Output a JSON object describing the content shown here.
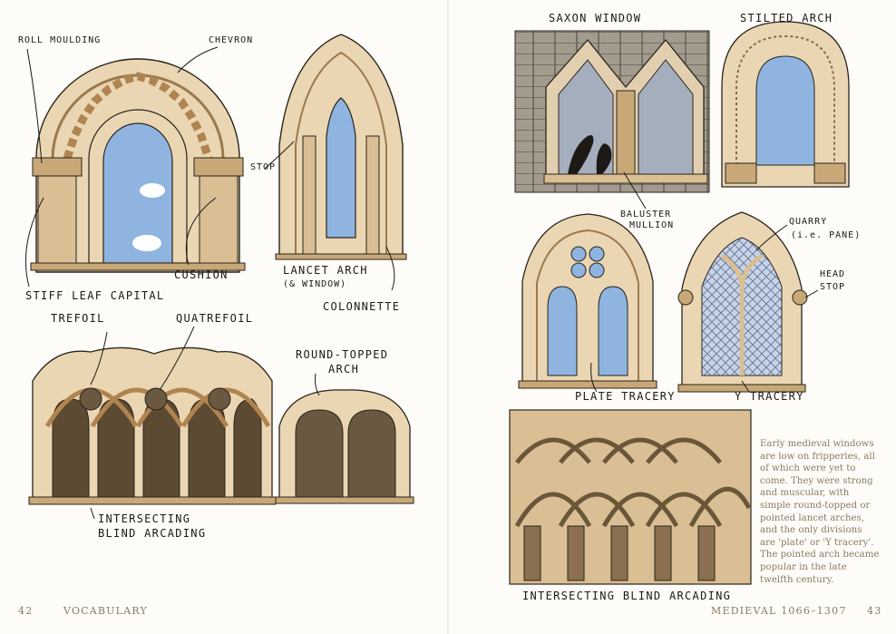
{
  "labels": {
    "roll_moulding": "ROLL MOULDING",
    "chevron": "CHEVRON",
    "stop": "STOP",
    "cushion": "CUSHION",
    "lancet_line1": "LANCET ARCH",
    "lancet_line2": "(& WINDOW)",
    "colonnette": "COLONNETTE",
    "stiff_leaf": "STIFF LEAF CAPITAL",
    "trefoil": "TREFOIL",
    "quatrefoil": "QUATREFOIL",
    "round_topped_line1": "ROUND-TOPPED",
    "round_topped_line2": "ARCH",
    "intersecting_left_line1": "INTERSECTING",
    "intersecting_left_line2": "BLIND ARCADING",
    "saxon_window": "SAXON WINDOW",
    "stilted_arch": "STILTED ARCH",
    "baluster_line1": "BALUSTER",
    "baluster_line2": "MULLION",
    "quarry_line1": "QUARRY",
    "quarry_line2": "(i.e. PANE)",
    "head_stop_line1": "HEAD",
    "head_stop_line2": "STOP",
    "plate_tracery": "PLATE TRACERY",
    "y_tracery": "Y TRACERY",
    "intersecting_right": "INTERSECTING BLIND ARCADING"
  },
  "caption": "Early medieval windows are low on fripperies, all of which were yet to come. They were strong and muscular, with simple round-topped or pointed lancet arches, and the only divisions are 'plate' or 'Y tracery'. The pointed arch became popular in the late twelfth century.",
  "footer": {
    "left_page": "42",
    "left_title": "VOCABULARY",
    "right_title": "MEDIEVAL 1066–1307",
    "right_page": "43"
  },
  "colors": {
    "stone": "#ead6b2",
    "stone_shadow": "#c9a878",
    "sky": "#8fb4e0",
    "ink": "#1d1a16",
    "caption_text": "#8a7b64"
  }
}
